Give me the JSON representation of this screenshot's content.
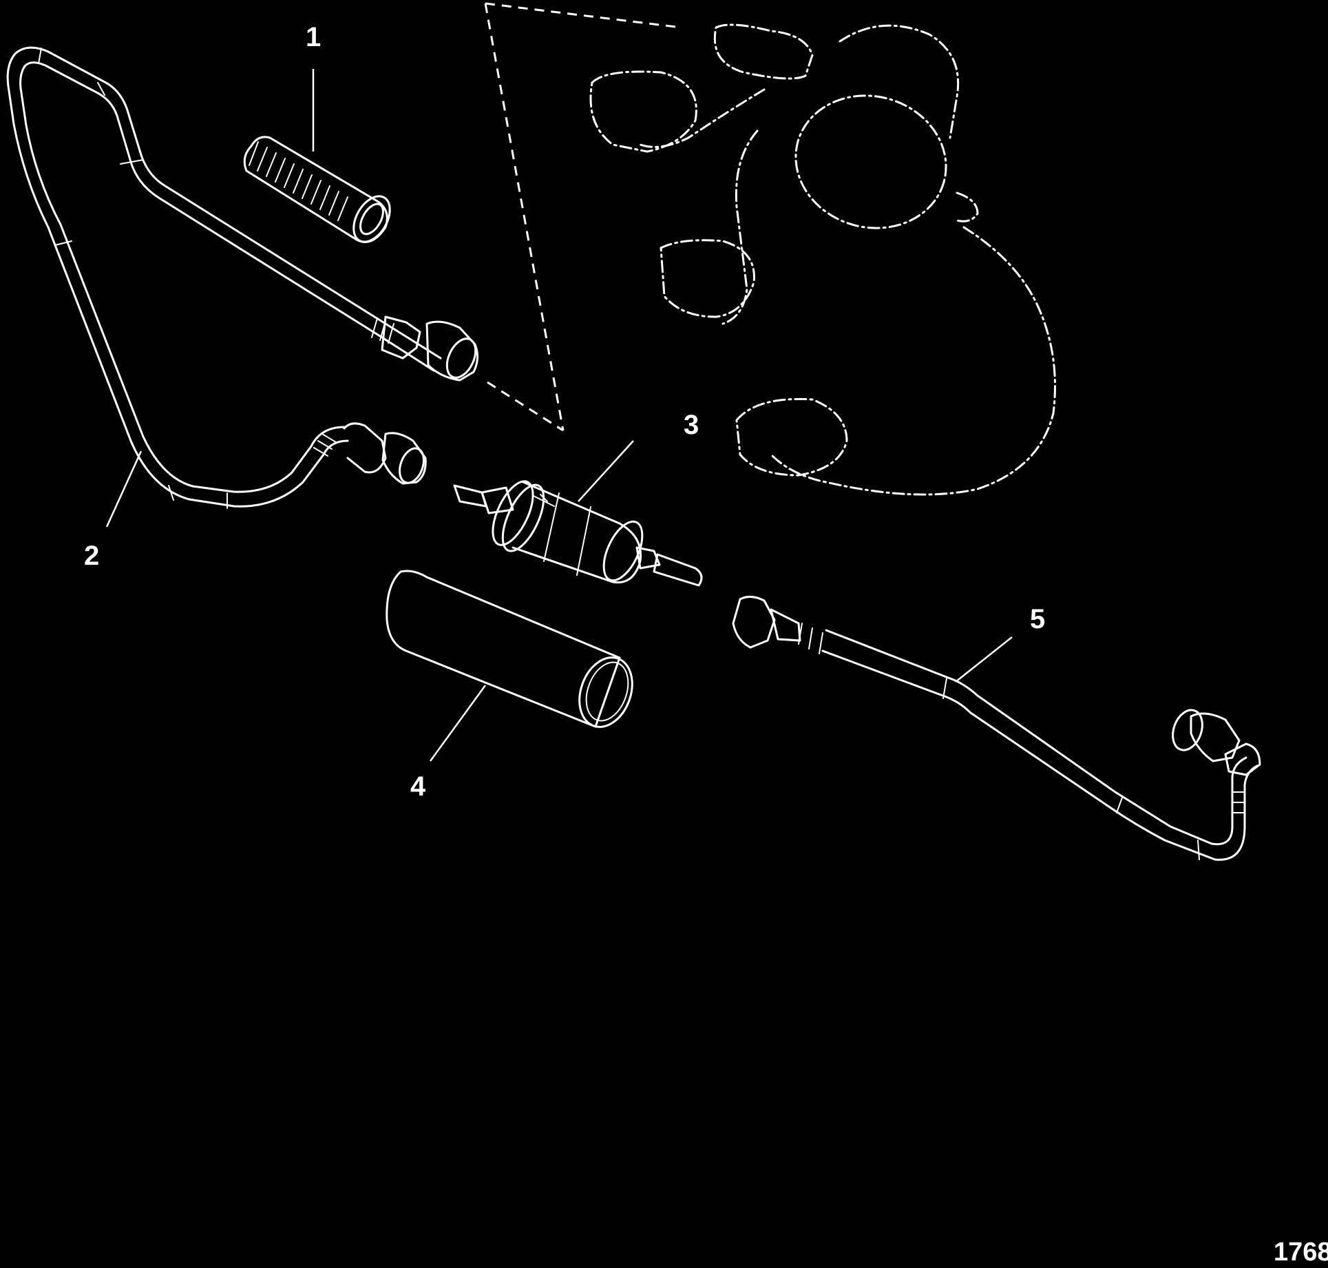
{
  "callouts": {
    "c1": "1",
    "c2": "2",
    "c3": "3",
    "c4": "4",
    "c5": "5"
  },
  "figure_number": "1768",
  "colors": {
    "background": "#000000",
    "line": "#ffffff"
  }
}
